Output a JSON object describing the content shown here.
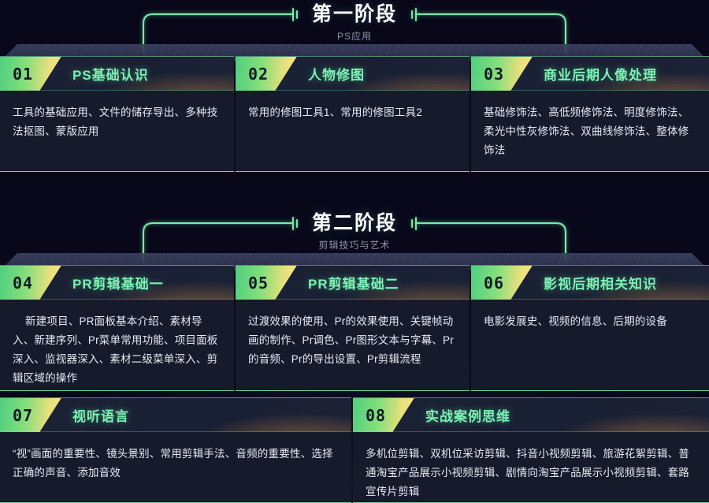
{
  "page": {
    "background_color": "#08081a",
    "accent_green": "#7cf0b3",
    "badge_gradient_from": "#4fcf7f",
    "badge_gradient_to": "#f4e588",
    "card_background": "#161b2c"
  },
  "stages": [
    {
      "title": "第一阶段",
      "subtitle": "PS应用"
    },
    {
      "title": "第二阶段",
      "subtitle": "剪辑技巧与艺术"
    }
  ],
  "cards": [
    {
      "number": "01",
      "title": "PS基础认识",
      "body": "工具的基础应用、文件的储存导出、多种技法抠图、蒙版应用"
    },
    {
      "number": "02",
      "title": "人物修图",
      "body": "常用的修图工具1、常用的修图工具2"
    },
    {
      "number": "03",
      "title": "商业后期人像处理",
      "body": "基础修饰法、高低频修饰法、明度修饰法、柔光中性灰修饰法、双曲线修饰法、整体修饰法"
    },
    {
      "number": "04",
      "title": "PR剪辑基础一",
      "body": "新建项目、PR面板基本介绍、素材导入、新建序列、Pr菜单常用功能、项目面板深入、监视器深入、素材二级菜单深入、剪辑区域的操作"
    },
    {
      "number": "05",
      "title": "PR剪辑基础二",
      "body": "过渡效果的使用、Pr的效果使用、关键帧动画的制作、Pr调色、Pr图形文本与字幕、Pr的音频、Pr的导出设置、Pr剪辑流程"
    },
    {
      "number": "06",
      "title": "影视后期相关知识",
      "body": "电影发展史、视频的信息、后期的设备"
    },
    {
      "number": "07",
      "title": "视听语言",
      "body": "“视”画面的重要性、镜头景别、常用剪辑手法、音频的重要性、选择正确的声音、添加音效"
    },
    {
      "number": "08",
      "title": "实战案例思维",
      "body": "多机位剪辑、双机位采访剪辑、抖音小视频剪辑、旅游花絮剪辑、普通淘宝产品展示小视频剪辑、剧情向淘宝产品展示小视频剪辑、套路宣传片剪辑"
    }
  ]
}
